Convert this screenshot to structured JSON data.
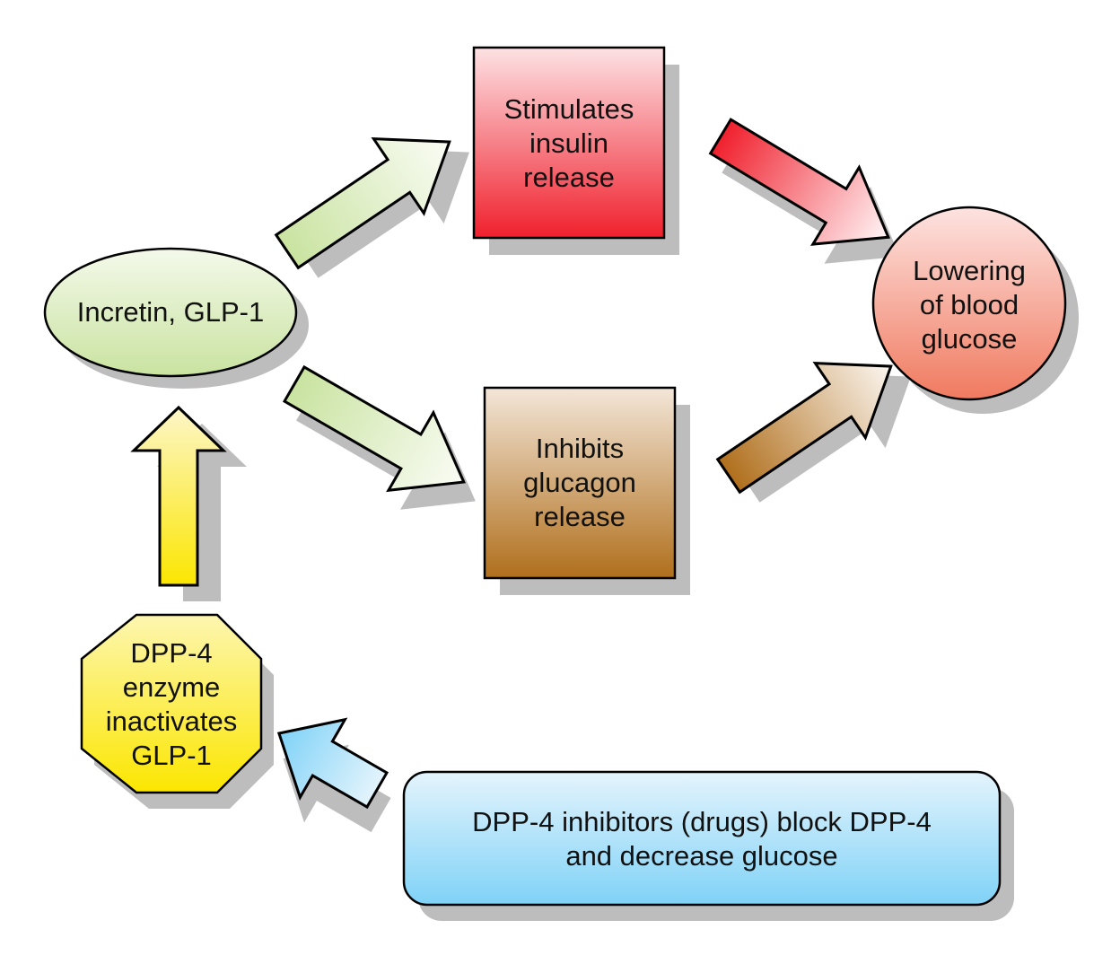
{
  "diagram": {
    "type": "flow",
    "nodes": {
      "incretin": {
        "label": "Incretin, GLP-1",
        "shape": "ellipse",
        "color_top": "#f4f9ea",
        "color_bottom": "#c9e3a0"
      },
      "insulin": {
        "label": "Stimulates\ninsulin\nrelease",
        "shape": "rectangle",
        "color_top": "#fde2e4",
        "color_bottom": "#f0202d"
      },
      "glucagon": {
        "label": "Inhibits\nglucagon\nrelease",
        "shape": "rectangle",
        "color_top": "#f3e6d8",
        "color_bottom": "#b06f1c"
      },
      "lowering": {
        "label": "Lowering\nof blood\nglucose",
        "shape": "circle",
        "color_top": "#fde3e0",
        "color_bottom": "#f07a5f"
      },
      "dpp4": {
        "label": "DPP-4\nenzyme\ninactivates\nGLP-1",
        "shape": "octagon",
        "color_top": "#fdf6b0",
        "color_bottom": "#fbe600"
      },
      "inhibitors": {
        "label": "DPP-4 inhibitors (drugs) block DPP-4\nand decrease glucose",
        "shape": "rounded-rectangle",
        "color_top": "#e4f4fc",
        "color_bottom": "#7fd2f7"
      }
    },
    "edges": [
      {
        "from": "incretin",
        "to": "insulin",
        "color": "#c9e3a0"
      },
      {
        "from": "incretin",
        "to": "glucagon",
        "color": "#c9e3a0"
      },
      {
        "from": "insulin",
        "to": "lowering",
        "color": "#f0202d"
      },
      {
        "from": "glucagon",
        "to": "lowering",
        "color": "#b06f1c"
      },
      {
        "from": "dpp4",
        "to": "incretin",
        "color": "#fbe600"
      },
      {
        "from": "inhibitors",
        "to": "dpp4",
        "color": "#7fd2f7"
      }
    ],
    "shadow_color": "#bdbdbd",
    "stroke_color": "#000000"
  }
}
